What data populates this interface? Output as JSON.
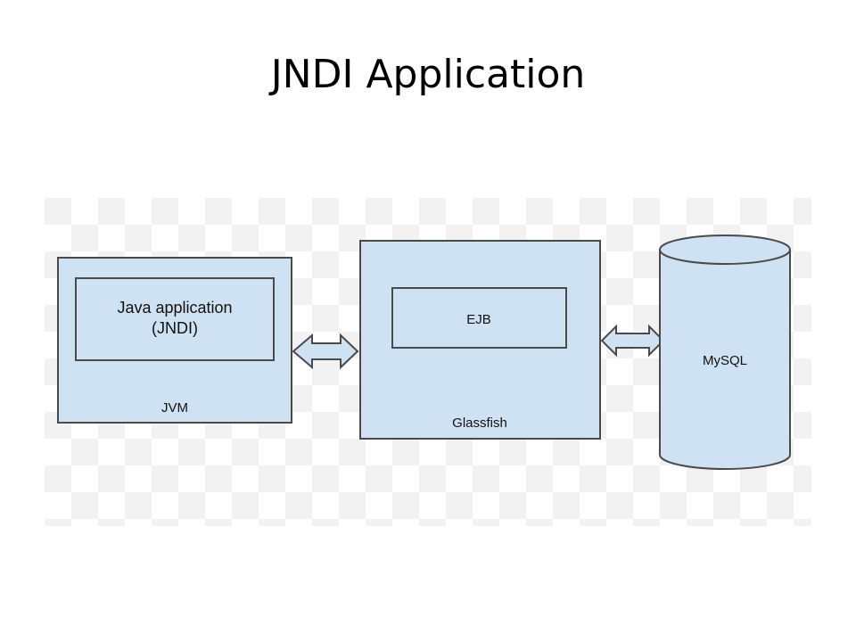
{
  "slide": {
    "title": "JNDI Application"
  },
  "diagram": {
    "jvm_box": {
      "label": "JVM"
    },
    "java_app_box": {
      "line1": "Java application",
      "line2": "(JNDI)"
    },
    "glassfish_box": {
      "label": "Glassfish"
    },
    "ejb_box": {
      "label": "EJB"
    },
    "mysql_cylinder": {
      "label": "MySQL"
    },
    "connectors": [
      "bidirectional-arrow",
      "bidirectional-arrow"
    ]
  },
  "colors": {
    "box_fill": "#cfe2f3",
    "stroke": "#4a4a4a",
    "checker_light": "#ffffff",
    "checker_dark": "#f3f3f3",
    "text": "#111111"
  }
}
